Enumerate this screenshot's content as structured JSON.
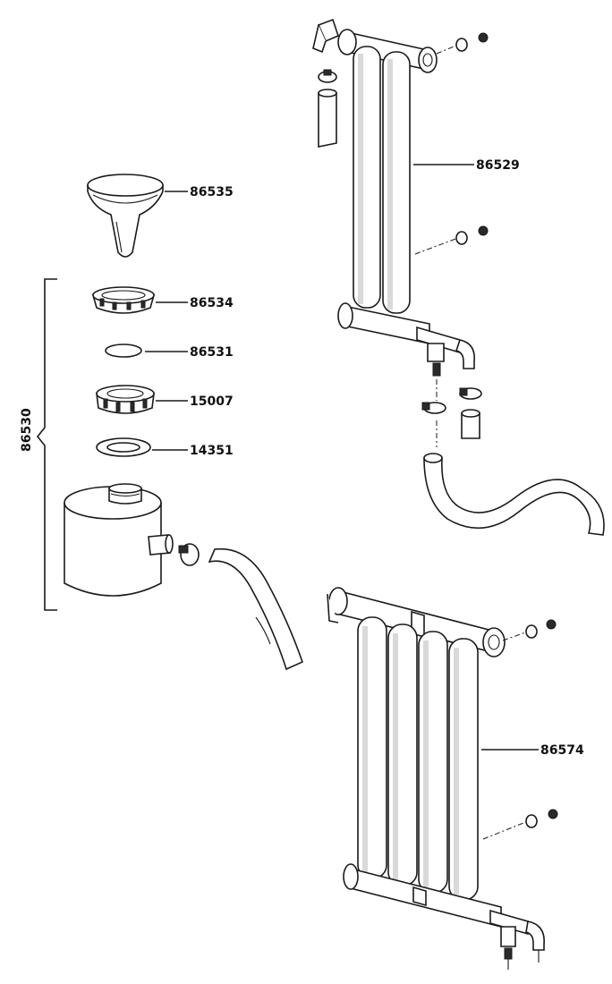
{
  "labels": {
    "funnel": "86535",
    "nut_outer": "86534",
    "o_ring": "86531",
    "nut_inner": "15007",
    "gasket": "14351",
    "reservoir_assembly": "86530",
    "two_tube_cooler": "86529",
    "four_tube_cooler": "86574"
  }
}
